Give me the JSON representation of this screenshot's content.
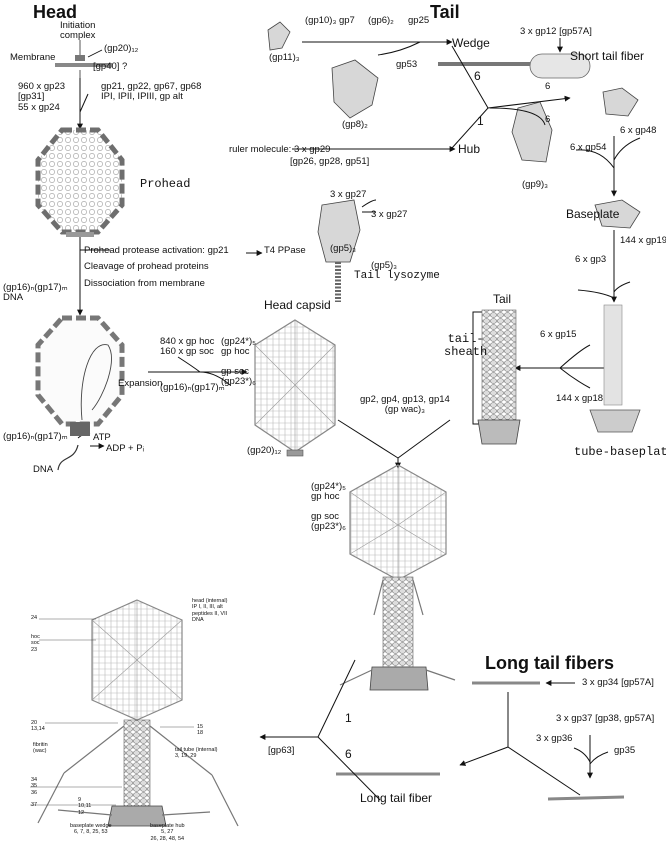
{
  "sections": {
    "head": "Head",
    "tail": "Tail",
    "long_fibers": "Long tail fibers"
  },
  "head": {
    "initiation": "Initiation\ncomplex",
    "gp20": "(gp20)₁₂",
    "membrane": "Membrane",
    "gp40": "[gp40] ?",
    "scaffold_left": "960 x gp23\n[gp31]\n55 x gp24",
    "scaffold_right": "gp21, gp22, gp67, gp68\nIPI, IPII, IPIII, gp alt",
    "prohead": "Prohead",
    "protease_1": "Prohead protease activation: gp21",
    "protease_pp": "T4 PPase",
    "protease_2": "Cleavage of prohead proteins",
    "protease_3": "Dissociation from membrane",
    "terminase_in": "(gp16)ₙ(gp17)ₘ\nDNA",
    "terminase_atp": "(gp16)ₙ(gp17)ₘ",
    "atp": "ATP",
    "adp": "ADP + Pᵢ",
    "dna": "DNA",
    "hoc_soc": "840 x gp hoc\n160 x gp soc",
    "expansion": "Expansion",
    "terminase_out": "(gp16)ₙ(gp17)ₘ",
    "head_capsid": "Head capsid",
    "cap_labels": "(gp24*)₅\ngp hoc\n\ngp soc\n(gp23*)₆",
    "cap_portal": "(gp20)₁₂"
  },
  "tail": {
    "wedge_inputs_1": "(gp10)₃  gp7",
    "wedge_inputs_2": "(gp6)₂",
    "wedge_inputs_3": "gp25",
    "gp11": "(gp11)₃",
    "gp8": "(gp8)₂",
    "gp53": "gp53",
    "wedge": "Wedge",
    "gp12": "3 x gp12 [gp57A]",
    "short_fiber": "Short tail fiber",
    "six_a": "6",
    "six_b": "6",
    "six_c": "6",
    "one": "1",
    "hub": "Hub",
    "ruler": "ruler molecule: 3 x gp29",
    "ruler_sub": "[gp26, gp28, gp51]",
    "gp27_left": "3 x gp27",
    "gp27_right": "3 x gp27",
    "gp5_left": "(gp5)₃",
    "gp5_right": "(gp5)₃",
    "lysozyme": "Tail lysozyme",
    "gp9": "(gp9)₃",
    "gp48": "6 x gp48",
    "gp54": "6 x gp54",
    "baseplate": "Baseplate",
    "gp19": "144  x gp19",
    "gp3": "6  x gp3",
    "tail_label": "Tail",
    "tail_sheath": "tail-\nsheath",
    "gp15": "6  x gp15",
    "gp18": "144  x gp18",
    "tube_baseplate": "tube-baseplate",
    "join": "gp2, gp4, gp13, gp14\n(gp wac)₃",
    "virion_labels": "(gp24*)₅\ngp hoc\n\ngp soc\n(gp23*)₆"
  },
  "fibers": {
    "gp34": "3 x gp34 [gp57A]",
    "gp37": "3 x gp37 [gp38, gp57A]",
    "gp36": "3 x gp36",
    "gp35": "gp35",
    "long_fiber": "Long tail fiber",
    "one": "1",
    "six": "6",
    "gp63": "[gp63]"
  },
  "mature": {
    "head_internal": "head (internal)\nIP I, II, III, alt\npeptides II, VII\nDNA",
    "n24": "24",
    "hoc": "hoc\nsoc\n23",
    "n20": "20\n13,14",
    "n15": "15\n18",
    "fibritin": "fibritin\n(wac)",
    "tube_internal": "tail tube (internal)\n3, 19, 29",
    "left_nums": "34\n35\n36\n\n37",
    "bottom_nums": "9\n10,11\n12",
    "wedge_caption": "baseplate wedge\n6, 7, 8, 25, 53",
    "hub_caption": "baseplate hub\n5, 27\n26, 28, 48, 54"
  },
  "colors": {
    "ink": "#111111",
    "shell": "#999999",
    "shell_fill": "#e4e4e4",
    "node": "#bbbbbb"
  }
}
